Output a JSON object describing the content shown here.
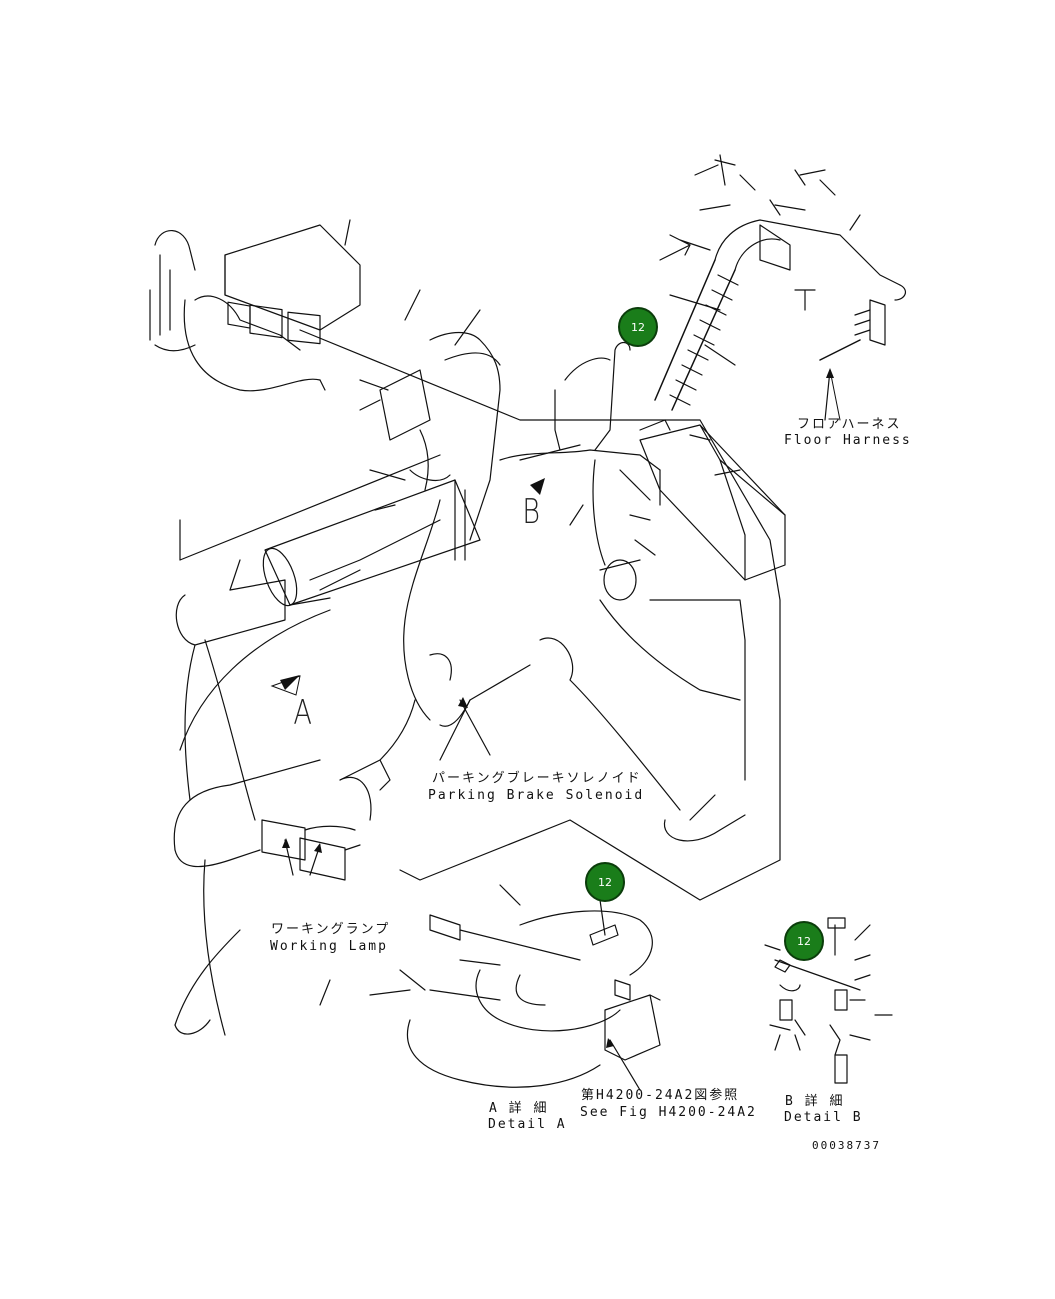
{
  "labels": {
    "floor_harness_jp": "フロアハーネス",
    "floor_harness_en": "Floor Harness",
    "parking_brake_jp": "パーキングブレーキソレノイド",
    "parking_brake_en": "Parking Brake Solenoid",
    "working_lamp_jp": "ワーキングランプ",
    "working_lamp_en": "Working Lamp",
    "detail_a_jp": "A 詳 細",
    "detail_a_en": "Detail A",
    "see_fig_jp": "第H4200-24A2図参照",
    "see_fig_en": "See Fig H4200-24A2",
    "detail_b_jp": "B 詳 細",
    "detail_b_en": "Detail B",
    "drawing_number": "00038737",
    "view_a": "A",
    "view_b": "B"
  },
  "callouts": [
    {
      "number": "12"
    },
    {
      "number": "12"
    },
    {
      "number": "12"
    }
  ],
  "colors": {
    "line": "#111111",
    "callout_fill": "#1a7d1a",
    "callout_text": "#ffffff"
  }
}
